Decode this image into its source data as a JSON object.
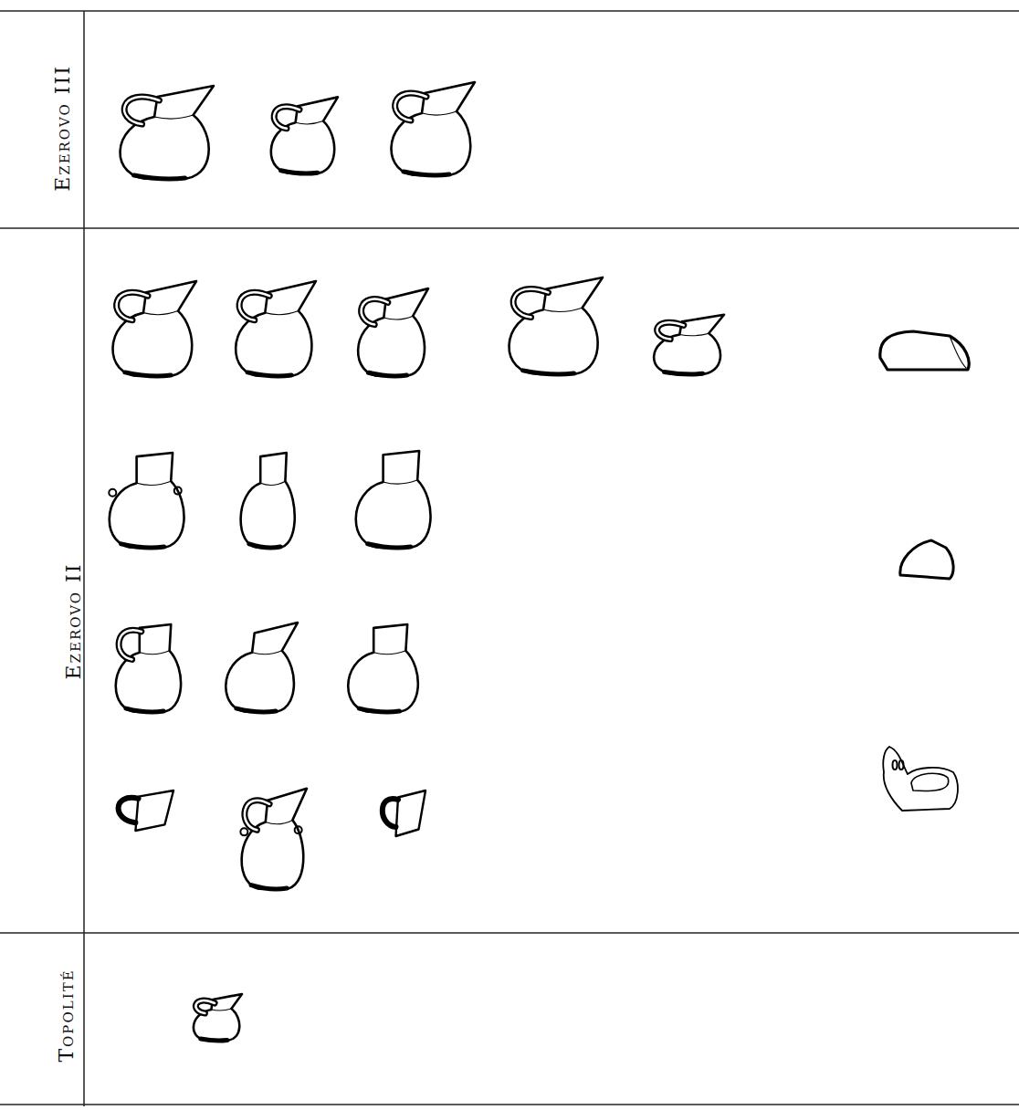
{
  "diagram": {
    "labels": [
      "Ezerovo III",
      "Ezerovo II",
      "Topolité"
    ]
  }
}
